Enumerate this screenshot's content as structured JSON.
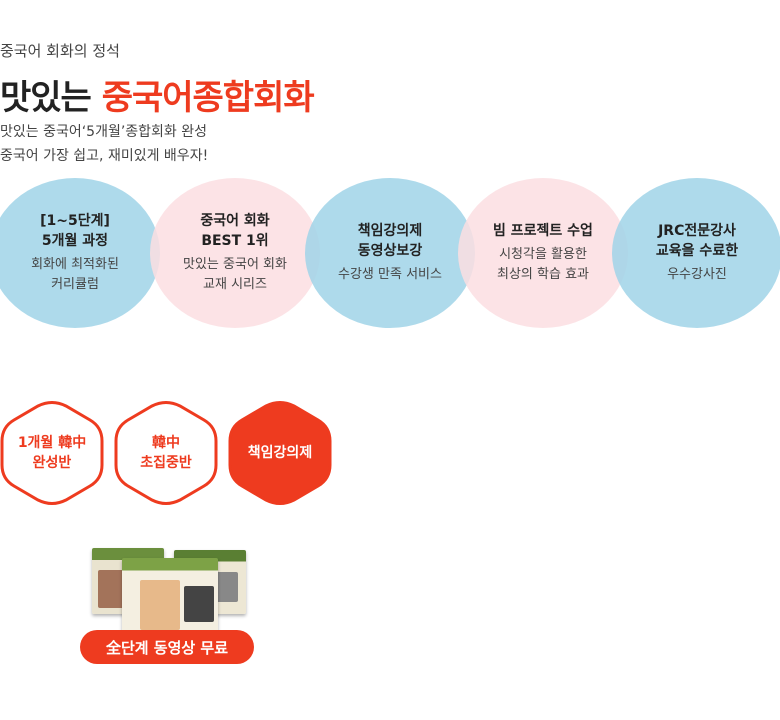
{
  "header": {
    "eyebrow": "중국어 회화의 정석",
    "title_plain": "맛있는 ",
    "title_accent": "중국어종합회화",
    "subtitle_line1": "맛있는 중국어‘5개월’종합회화 완성",
    "subtitle_line2": "중국어 가장 쉽고, 재미있게  배우자!"
  },
  "features": [
    {
      "title_line1": "[1~5단계]",
      "title_line2": "5개월 과정",
      "desc_line1": "회화에 최적화된",
      "desc_line2": "커리큘럼"
    },
    {
      "title_line1": "중국어 회화",
      "title_line2": "BEST 1위",
      "desc_line1": "맛있는 중국어 회화",
      "desc_line2": "교재 시리즈"
    },
    {
      "title_line1": "책임강의제",
      "title_line2": "동영상보강",
      "desc_line1": "수강생 만족 서비스",
      "desc_line2": ""
    },
    {
      "title_line1": "빔 프로젝트 수업",
      "title_line2": "",
      "desc_line1": "시청각을 활용한",
      "desc_line2": "최상의 학습 효과"
    },
    {
      "title_line1": "JRC전문강사",
      "title_line2": "교육을 수료한",
      "desc_line1": "우수강사진",
      "desc_line2": ""
    }
  ],
  "tabs": [
    {
      "line1": "1개월 韓中",
      "line2": "완성반"
    },
    {
      "line1": "韓中",
      "line2": "초집중반"
    },
    {
      "line1": "책임강의제",
      "line2": ""
    }
  ],
  "product": {
    "badge": "全단계 동영상 무료"
  },
  "colors": {
    "accent": "#ee3b1f",
    "circle_blue": "#a0d4e8",
    "circle_pink": "#fcdee2"
  }
}
